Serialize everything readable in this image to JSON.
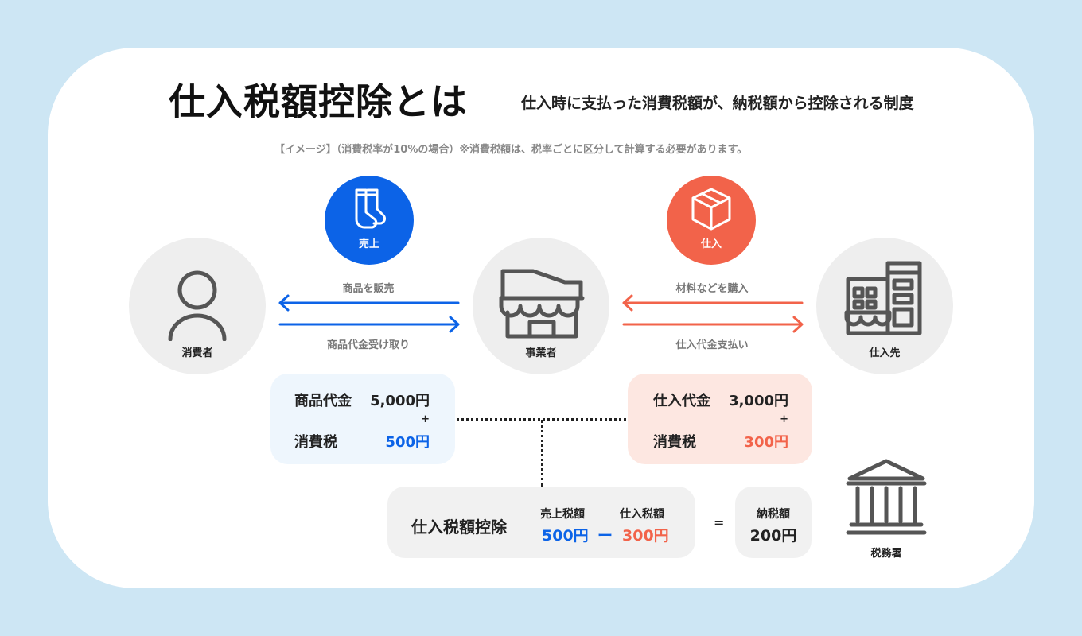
{
  "title": "仕入税額控除とは",
  "subtitle": "仕入時に支払った消費税額が、納税額から控除される制度",
  "note": "【イメージ】（消費税率が10%の場合）※消費税額は、税率ごとに区分して計算する必要があります。",
  "badges": {
    "sales": {
      "label": "売上",
      "icon": "socks-icon",
      "color": "#0c63e7"
    },
    "purchase": {
      "label": "仕入",
      "icon": "box-icon",
      "color": "#f2634a"
    }
  },
  "nodes": {
    "consumer": {
      "label": "消費者",
      "icon": "person-icon"
    },
    "business": {
      "label": "事業者",
      "icon": "shop-icon"
    },
    "supplier": {
      "label": "仕入先",
      "icon": "building-icon"
    },
    "tax_office": {
      "label": "税務署",
      "icon": "tax-office-icon"
    }
  },
  "arrows": {
    "sell_goods": "商品を販売",
    "receive_payment": "商品代金受け取り",
    "buy_materials": "材料などを購入",
    "pay_purchase": "仕入代金支払い"
  },
  "sales_box": {
    "price_label": "商品代金",
    "price_value": "5,000円",
    "plus": "+",
    "tax_label": "消費税",
    "tax_value": "500円"
  },
  "purchase_box": {
    "price_label": "仕入代金",
    "price_value": "3,000円",
    "plus": "+",
    "tax_label": "消費税",
    "tax_value": "300円"
  },
  "deduction": {
    "label": "仕入税額控除",
    "sales_tax_label": "売上税額",
    "sales_tax_value": "500円",
    "minus": "ー",
    "purchase_tax_label": "仕入税額",
    "purchase_tax_value": "300円",
    "equals": "=",
    "payment_label": "納税額",
    "payment_value": "200円"
  },
  "colors": {
    "background": "#cde6f4",
    "blue": "#0c63e7",
    "red": "#f2634a",
    "grey_circle": "#eeeeee"
  }
}
